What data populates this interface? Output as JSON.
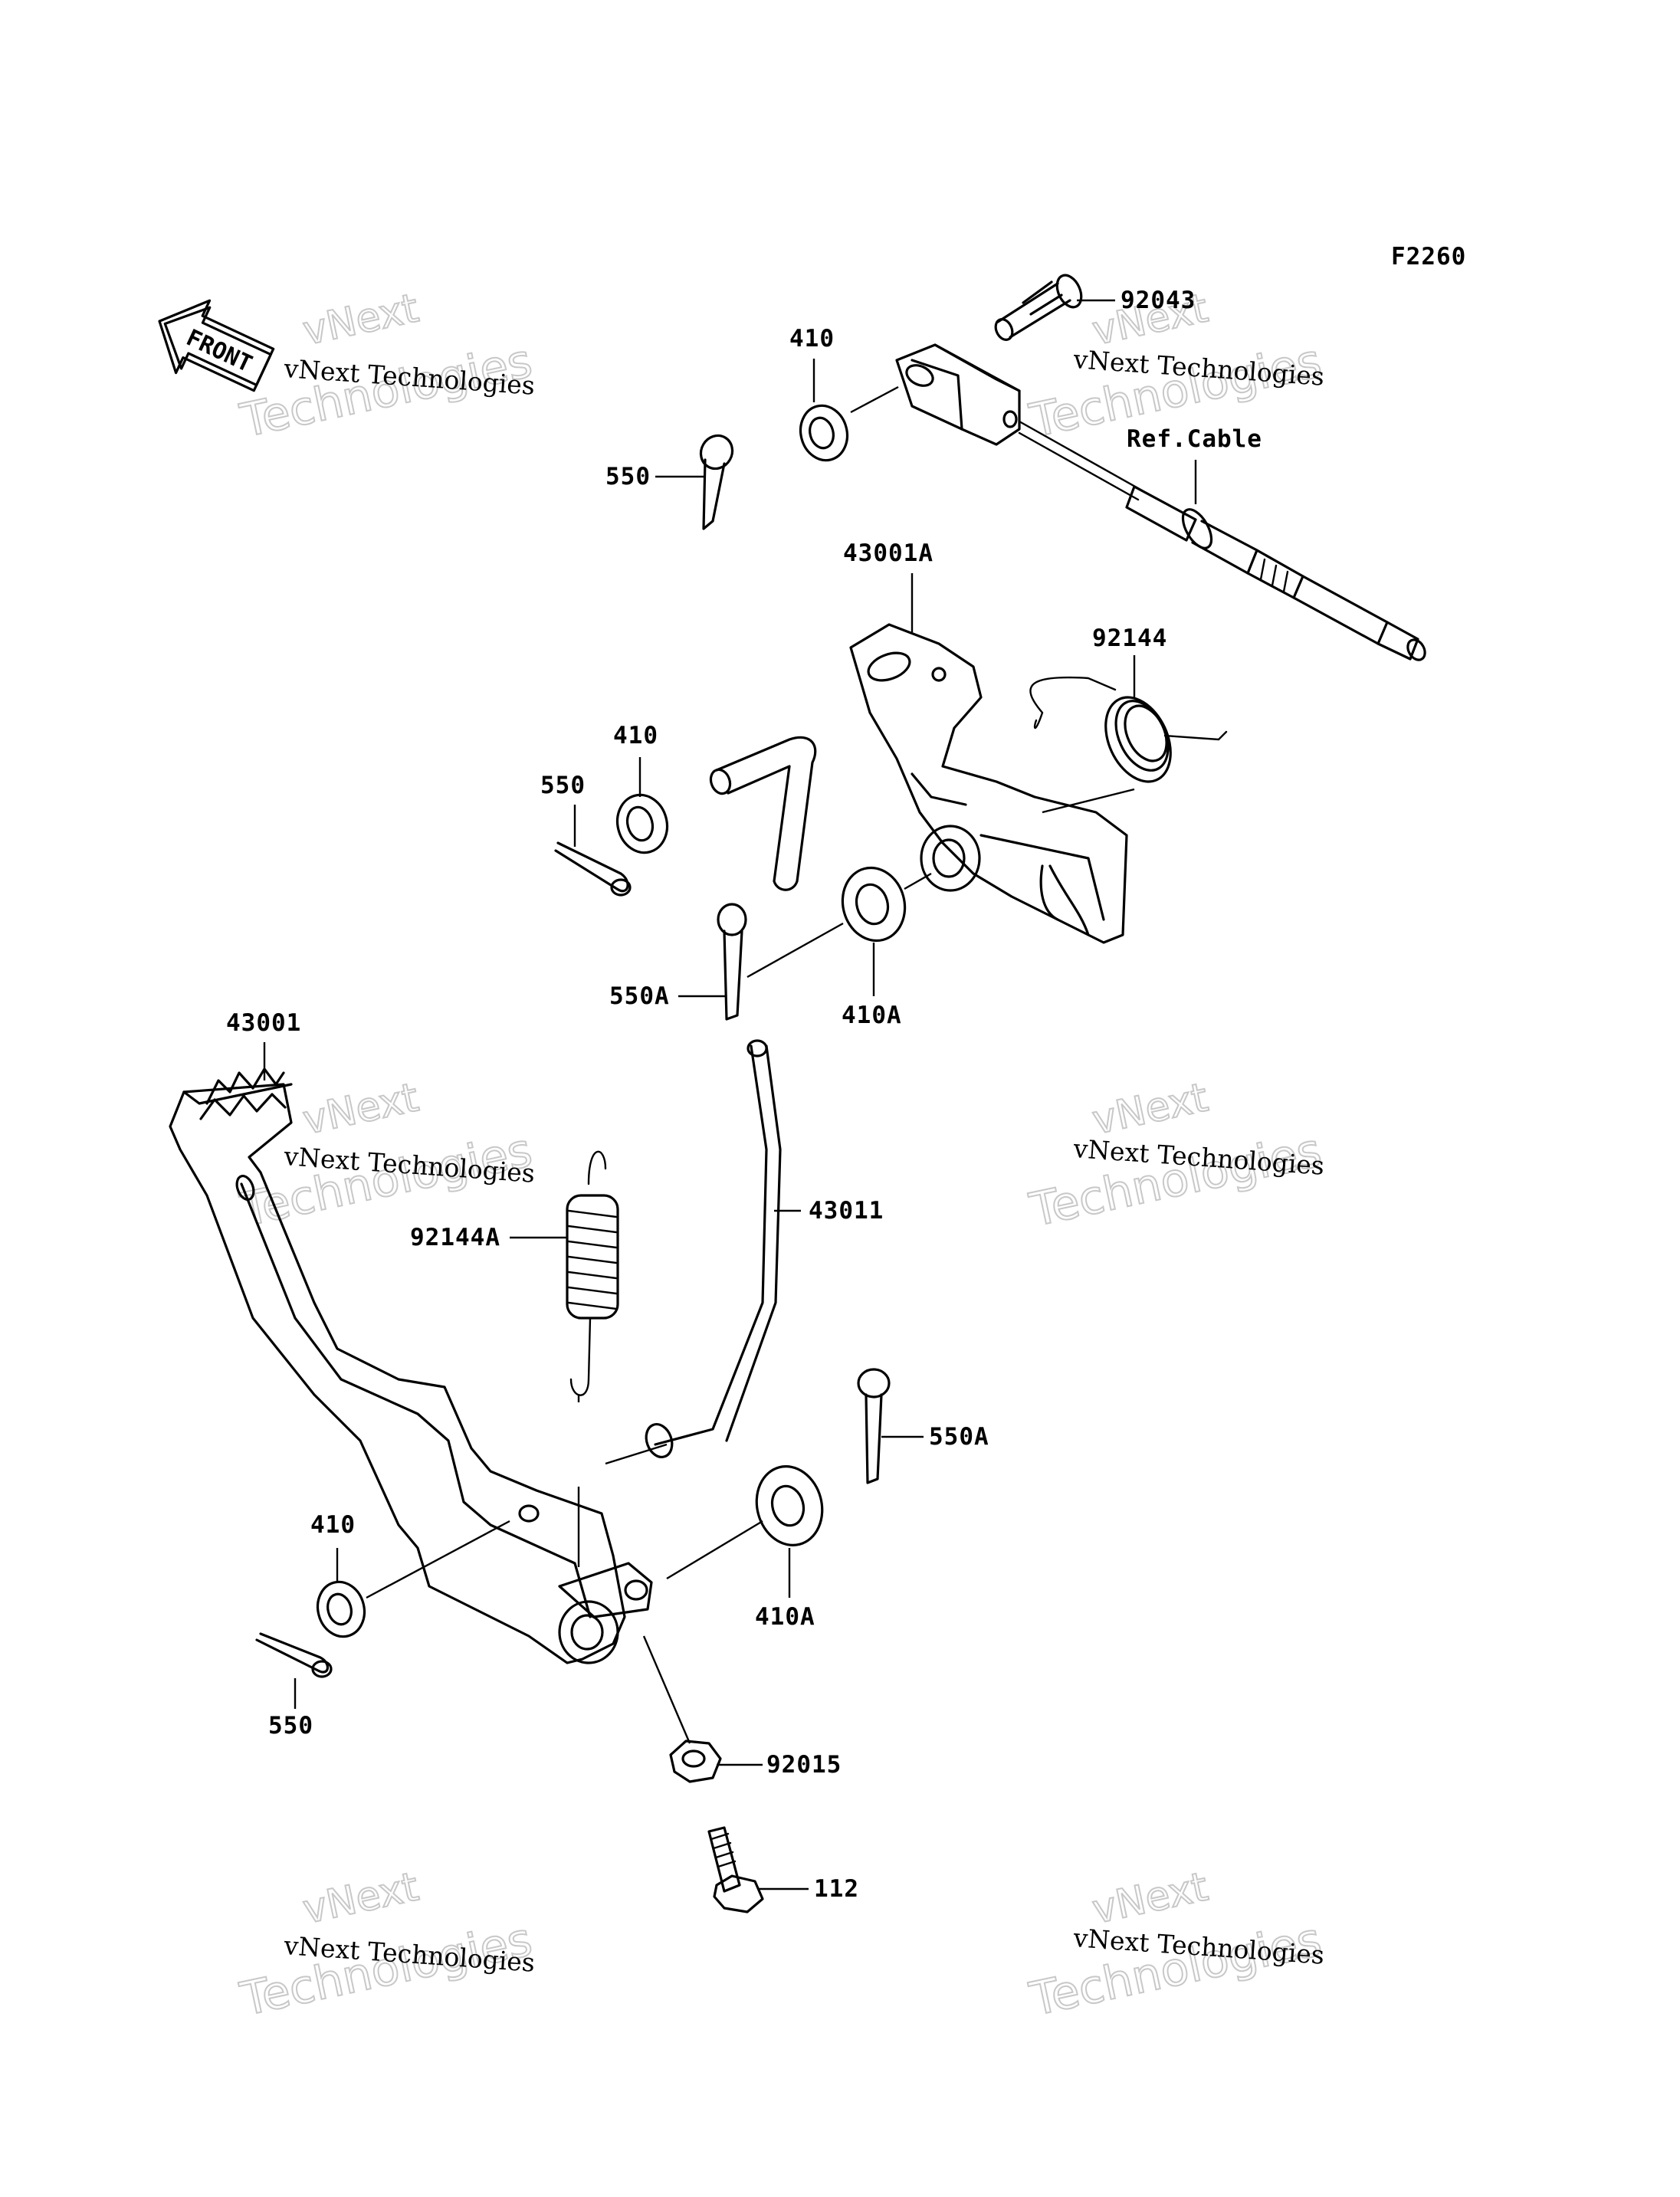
{
  "figure_code": "F2260",
  "front_badge": "FRONT",
  "labels": {
    "p92043": "92043",
    "p410_top": "410",
    "ref_cable": "Ref.Cable",
    "p550_top": "550",
    "p43001A": "43001A",
    "p92144": "92144",
    "p410_mid": "410",
    "p550_mid": "550",
    "p550A_mid": "550A",
    "p410A_mid": "410A",
    "p43001": "43001",
    "p43011": "43011",
    "p92144A": "92144A",
    "p550A_low": "550A",
    "p410_low": "410",
    "p410A_low": "410A",
    "p550_low": "550",
    "p92015": "92015",
    "p112": "112"
  },
  "watermark": {
    "line_company": "vNext Technologies",
    "line_brand": "vNext",
    "line_tech": "Technologies"
  }
}
